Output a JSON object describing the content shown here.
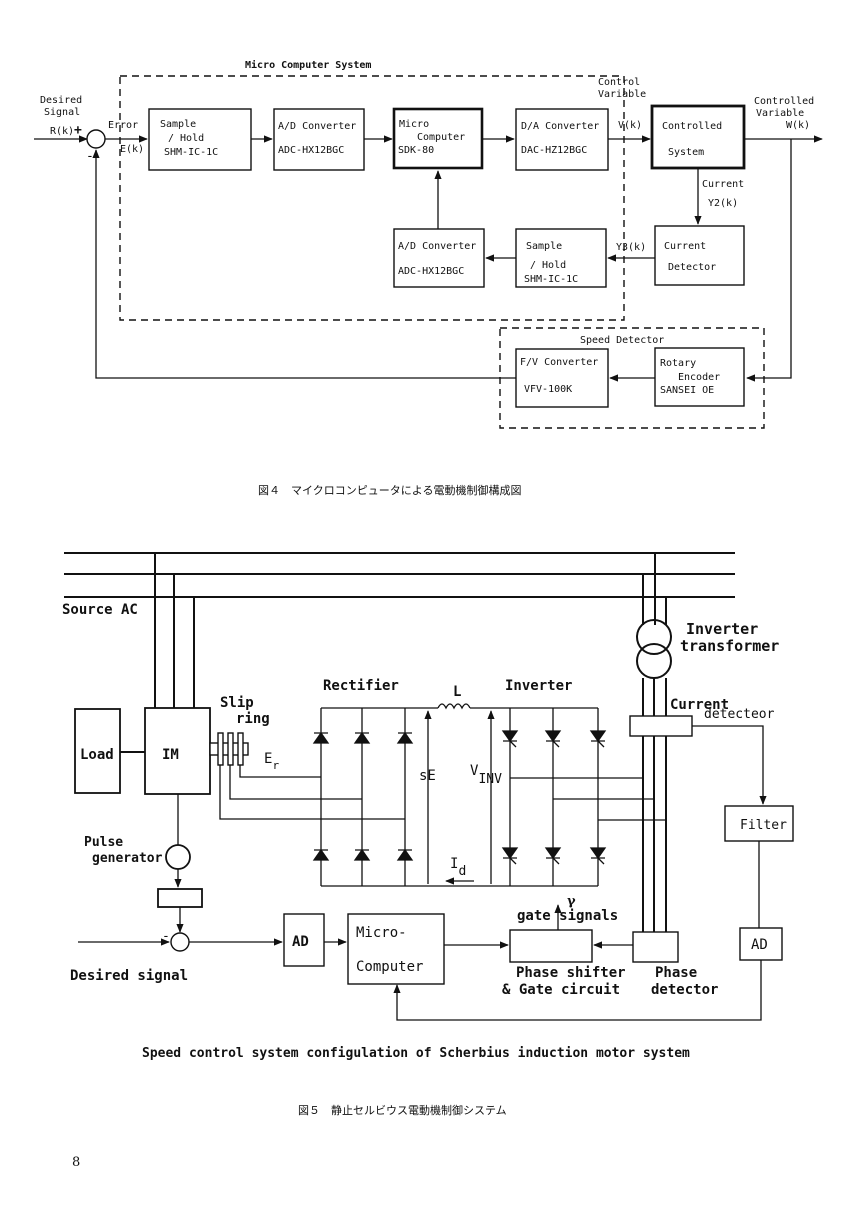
{
  "fig4": {
    "micro_computer_system": "Micro Computer System",
    "desired_signal": [
      "Desired",
      "Signal"
    ],
    "r_k": "R(k)",
    "plus": "+",
    "minus": "-",
    "error": "Error",
    "e_k": "E(k)",
    "control_variable": [
      "Control",
      "Variable"
    ],
    "v_k": "V(k)",
    "controlled_variable": [
      "Controlled",
      "Variable"
    ],
    "w_k": "W(k)",
    "current": "Current",
    "y2_k": "Y2(k)",
    "y3_k": "Y3(k)",
    "speed_detector": "Speed Detector",
    "blocks": {
      "sample_hold_1": [
        "Sample",
        "/ Hold",
        "SHM-IC-1C"
      ],
      "ad_1": [
        "A/D Converter",
        "ADC-HX12BGC"
      ],
      "micro": [
        "Micro",
        "Computer",
        "SDK-80"
      ],
      "da": [
        "D/A Converter",
        "DAC-HZ12BGC"
      ],
      "controlled_system": [
        "Controlled",
        "System"
      ],
      "current_detector": [
        "Current",
        "Detector"
      ],
      "sample_hold_2": [
        "Sample",
        "/ Hold",
        "SHM-IC-1C"
      ],
      "ad_2": [
        "A/D Converter",
        "ADC-HX12BGC"
      ],
      "fv": [
        "F/V Converter",
        "VFV-100K"
      ],
      "rotary": [
        "Rotary",
        "Encoder",
        "SANSEI OE"
      ]
    },
    "caption": "図４　マイクロコンピュータによる電動機制御構成図"
  },
  "fig5": {
    "source_ac": "Source  AC",
    "inverter_transformer": [
      "Inverter",
      "transformer"
    ],
    "rectifier": "Rectifier",
    "l": "L",
    "inverter": "Inverter",
    "current_detecteor": [
      "Current",
      "detecteor"
    ],
    "slip_ring": [
      "Slip",
      "ring"
    ],
    "load": "Load",
    "im": "IM",
    "er": "E",
    "er_sub": "r",
    "se": "sE",
    "vinv": "V",
    "vinv_sub": "INV",
    "id": "I",
    "id_sub": "d",
    "filter": "Filter",
    "pulse_generator": [
      "Pulse",
      "generator"
    ],
    "gate_signals": "gate  signals",
    "gamma": "γ",
    "ad1": "AD",
    "micro_computer": [
      "Micro-",
      "Computer"
    ],
    "ad2": "AD",
    "minus": "-",
    "desired_signal": "Desired signal",
    "phase_shifter": [
      "Phase shifter",
      "& Gate circuit"
    ],
    "phase_detector": [
      "Phase",
      "detector"
    ],
    "english_caption": "Speed control system configulation of Scherbius induction motor system",
    "caption": "図５　静止セルビウス電動機制御システム"
  },
  "page_number": "8"
}
